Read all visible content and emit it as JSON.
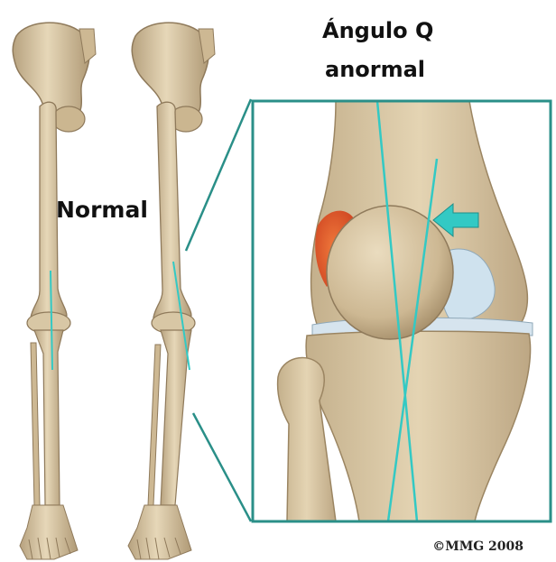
{
  "labels": {
    "normal": "Normal",
    "title_line1": "Ángulo Q",
    "title_line2": "anormal",
    "copyright": "©MMG 2008"
  },
  "colors": {
    "bone": "#dccbaa",
    "bone_shadow": "#b7a27f",
    "bone_dark": "#8f7a5b",
    "q_angle_line": "#33c9c4",
    "frame": "#2a8f88",
    "cartilage": "#cfe2ee",
    "inflamed": "#e8632f"
  },
  "icons": [
    "arrow-indicator-icon"
  ]
}
